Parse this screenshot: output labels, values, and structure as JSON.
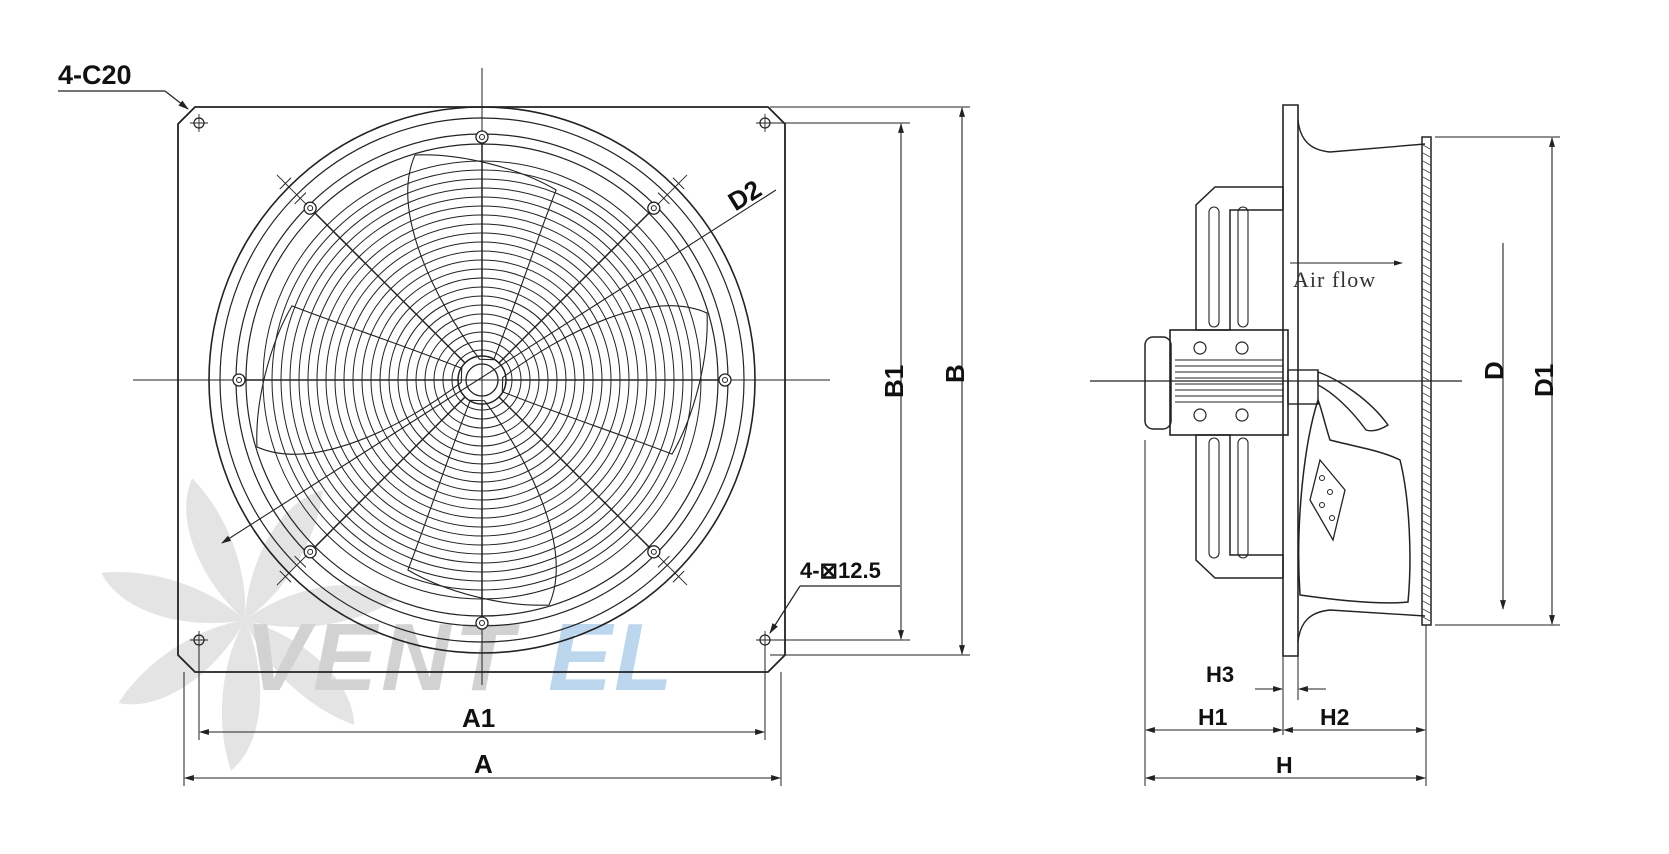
{
  "front_view": {
    "corner_callout": "4-C20",
    "hole_callout": "4-⊠12.5",
    "dims": {
      "width_outer": "A",
      "width_holes": "A1",
      "height_outer": "B",
      "height_holes": "B1",
      "diameter": "D2"
    }
  },
  "side_view": {
    "airflow_label": "Air flow",
    "dims": {
      "depth_total": "H",
      "depth_front": "H1",
      "depth_rear": "H2",
      "flange": "H3",
      "diameter_inner": "D",
      "diameter_outer": "D1"
    }
  },
  "watermark": {
    "part1": "VENT",
    "part2": "EL",
    "colors": {
      "gray": "#d2d2d2",
      "blue": "#bcd6ee"
    }
  }
}
